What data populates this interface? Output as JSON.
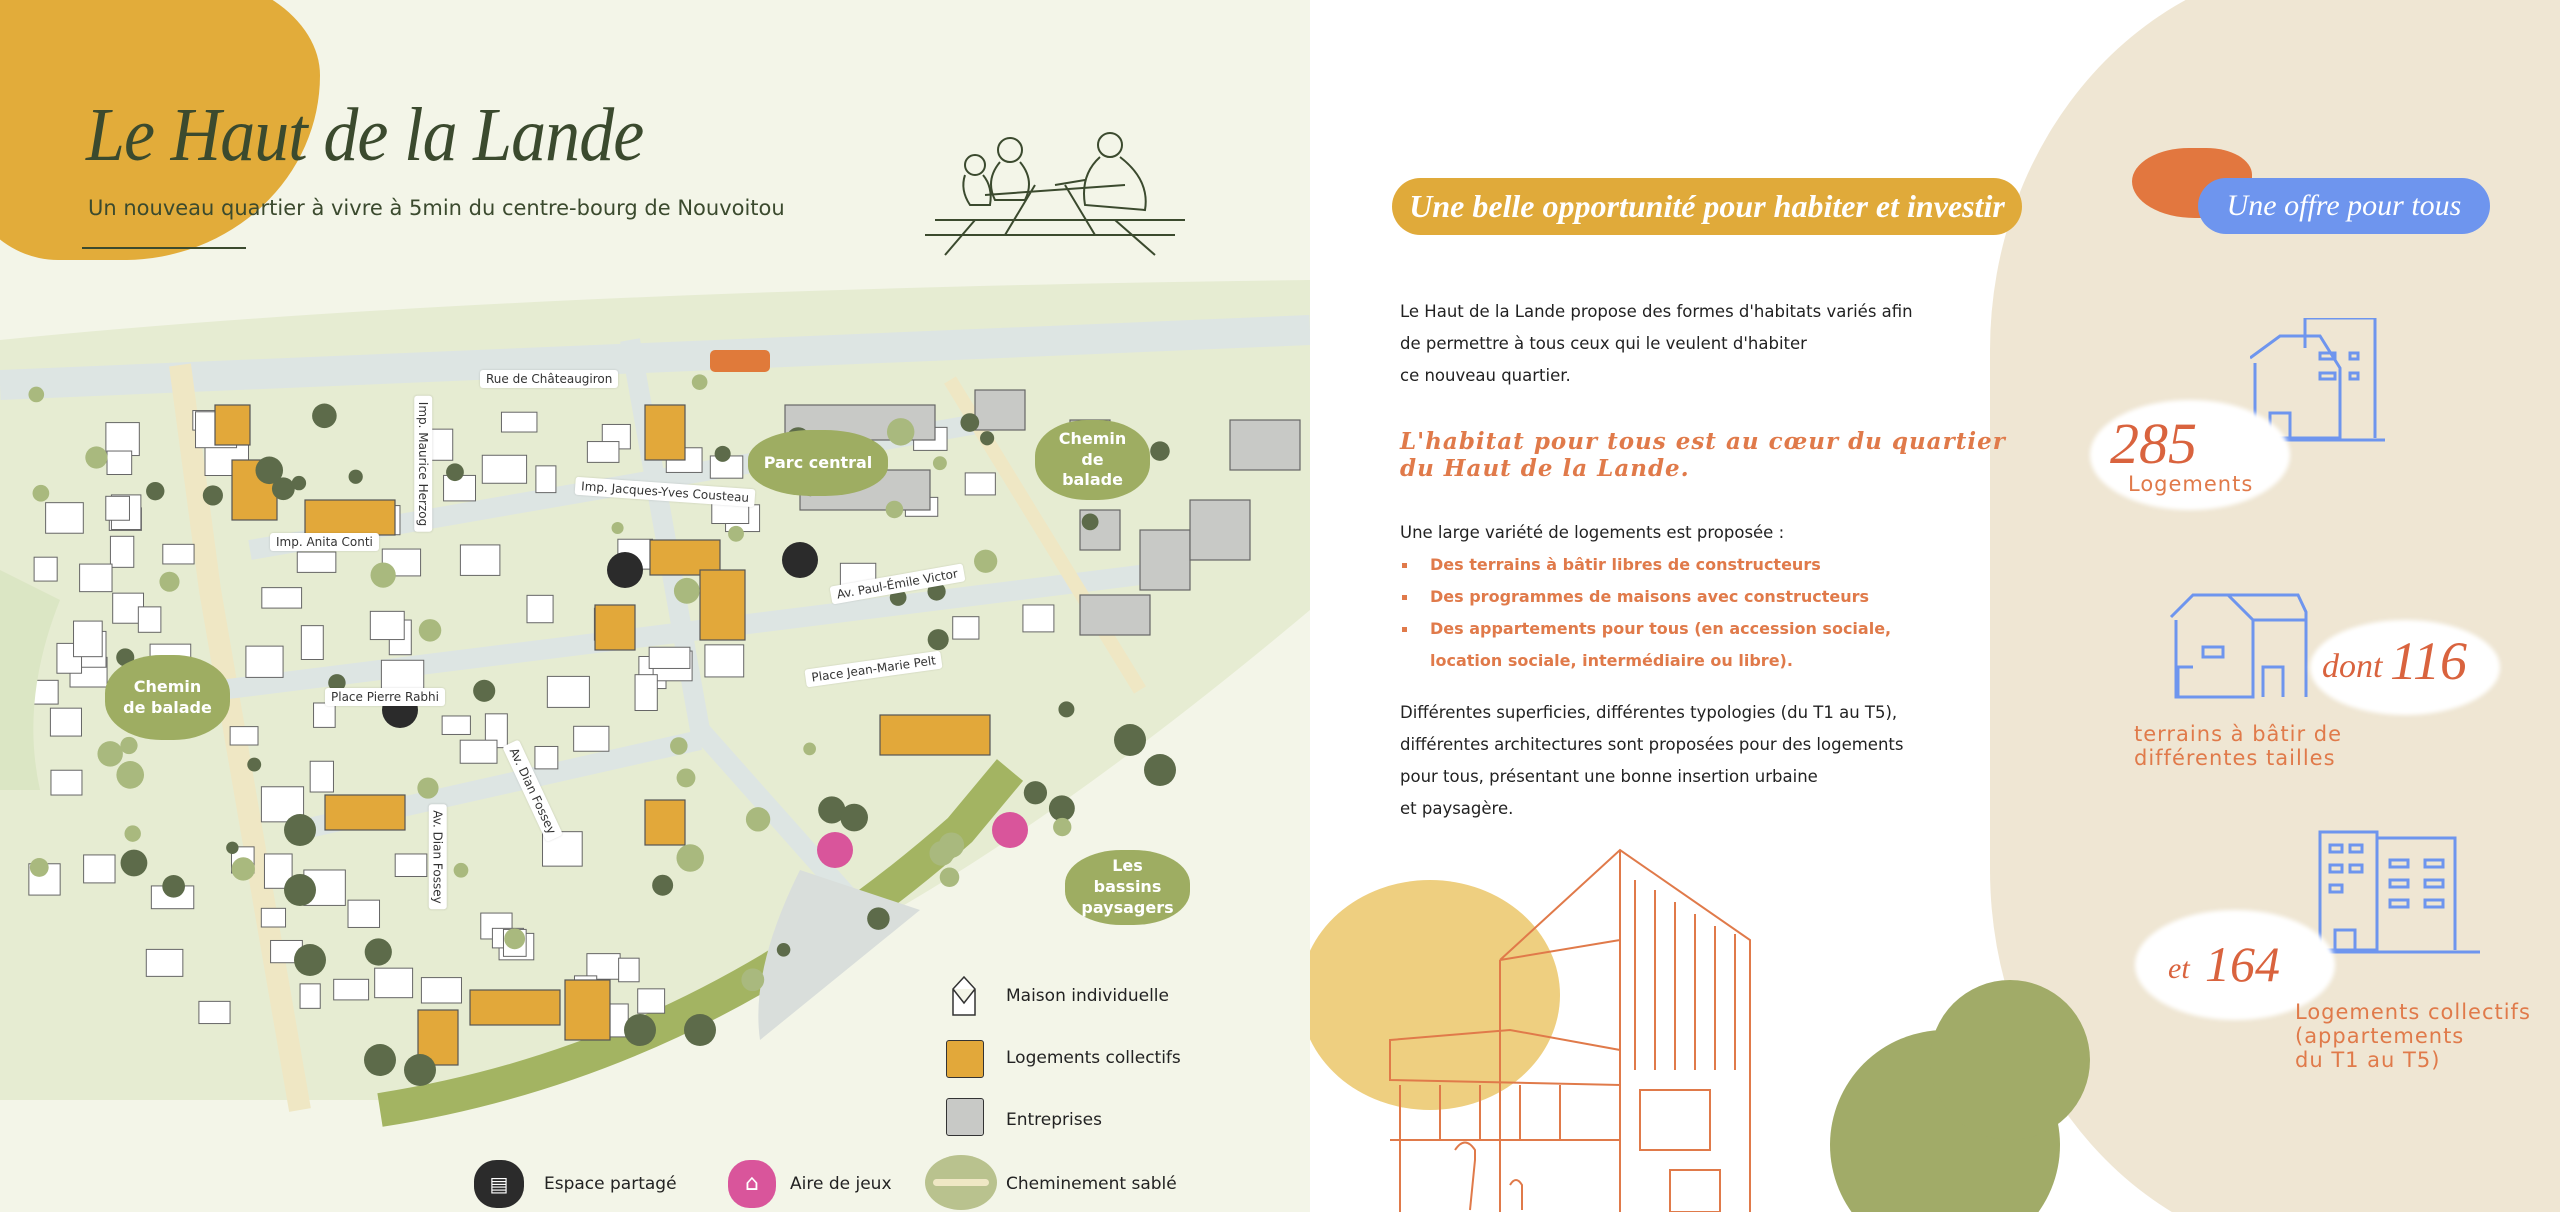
{
  "left_page": {
    "title": "Le Haut de la Lande",
    "subtitle": "Un nouveau quartier à vivre à 5min du centre-bourg de Nouvoitou",
    "map": {
      "street_labels": [
        "Rue de Châteaugiron",
        "Imp. Maurice Herzog",
        "Imp. Jacques-Yves Cousteau",
        "Imp. Anita Conti",
        "Av. Paul-Émile Victor",
        "Place Jean-Marie Pelt",
        "Place Pierre Rabhi",
        "Av. Dian Fossey",
        "Av. Dian Fossey"
      ],
      "area_labels": [
        "Parc central",
        "Chemin de balade",
        "Chemin de balade",
        "Les bassins paysagers"
      ]
    },
    "legend": [
      {
        "icon": "house-outline-icon",
        "label": "Maison individuelle"
      },
      {
        "icon": "orange-building-icon",
        "label": "Logements collectifs"
      },
      {
        "icon": "grey-building-icon",
        "label": "Entreprises"
      },
      {
        "icon": "shared-space-icon",
        "label": "Espace partagé"
      },
      {
        "icon": "playground-icon",
        "label": "Aire de jeux"
      },
      {
        "icon": "sand-path-icon",
        "label": "Cheminement sablé"
      }
    ],
    "colors": {
      "collective": "#e2a83a",
      "business": "#c8c9c6",
      "tree_dark": "#5d6b4a",
      "tree_light": "#a9b97e",
      "park": "#9ead62",
      "play": "#d9559b"
    }
  },
  "right_page": {
    "header": "Une belle opportunité pour habiter et investir",
    "intro": [
      "Le Haut de la Lande propose des formes d'habitats variés afin",
      "de permettre à tous ceux qui le veulent d'habiter",
      "ce nouveau quartier."
    ],
    "highlight": [
      "L'habitat pour tous est au cœur du quartier",
      "du Haut de la Lande."
    ],
    "list_intro": "Une large variété de logements est proposée :",
    "list": [
      "Des terrains à bâtir libres de constructeurs",
      "Des programmes de maisons avec constructeurs",
      "Des appartements pour tous (en accession sociale,",
      "location sociale, intermédiaire ou libre)."
    ],
    "closing": [
      "Différentes superficies, différentes typologies (du T1 au T5),",
      "différentes architectures sont proposées pour des logements",
      "pour tous, présentant une bonne insertion urbaine",
      "et paysagère."
    ],
    "offer": {
      "header": "Une offre pour tous",
      "stats": [
        {
          "prefix": "",
          "number": "285",
          "lines": [
            "Logements"
          ]
        },
        {
          "prefix": "dont",
          "number": "116",
          "lines": [
            "terrains à bâtir de",
            "différentes tailles"
          ]
        },
        {
          "prefix": "et",
          "number": "164",
          "lines": [
            "Logements collectifs",
            "(appartements",
            "du T1 au T5)"
          ]
        }
      ]
    },
    "colors": {
      "gold": "#e0aa3a",
      "blue": "#6e95ee",
      "orange": "#e07a4a",
      "beige": "#efe6d3",
      "green": "#a1ab68"
    }
  }
}
